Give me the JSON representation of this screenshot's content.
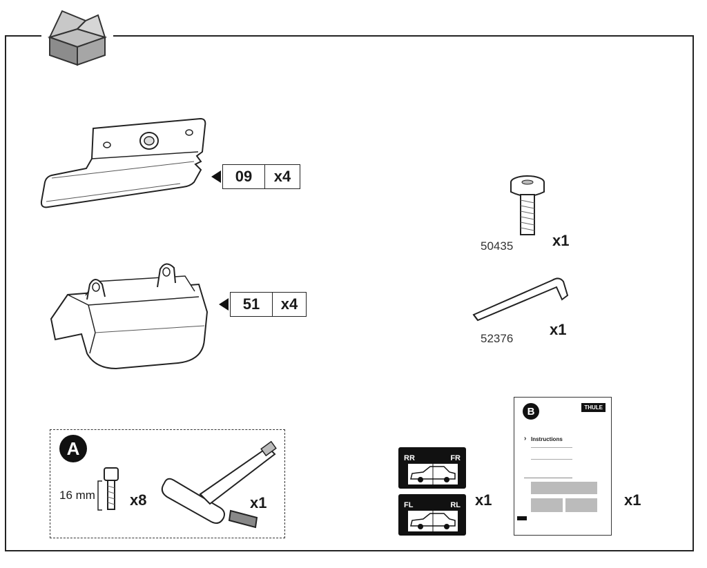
{
  "parts": {
    "plate": {
      "code": "09",
      "qty": "x4"
    },
    "foot": {
      "code": "51",
      "qty": "x4"
    },
    "screw": {
      "number": "50435",
      "qty": "x1"
    },
    "key": {
      "number": "52376",
      "qty": "x1"
    }
  },
  "kit_a": {
    "badge": "A",
    "bolt_length": "16 mm",
    "bolt_qty": "x8",
    "tool_qty": "x1"
  },
  "stickers": {
    "qty": "x1",
    "top_left": "RR",
    "top_right": "FR",
    "bottom_left": "FL",
    "bottom_right": "RL"
  },
  "manual": {
    "badge": "B",
    "brand": "THULE",
    "heading": "Instructions",
    "qty": "x1"
  },
  "colors": {
    "line": "#222222",
    "fill_dark": "#111111"
  },
  "icons": {
    "box": "open-box-icon"
  }
}
